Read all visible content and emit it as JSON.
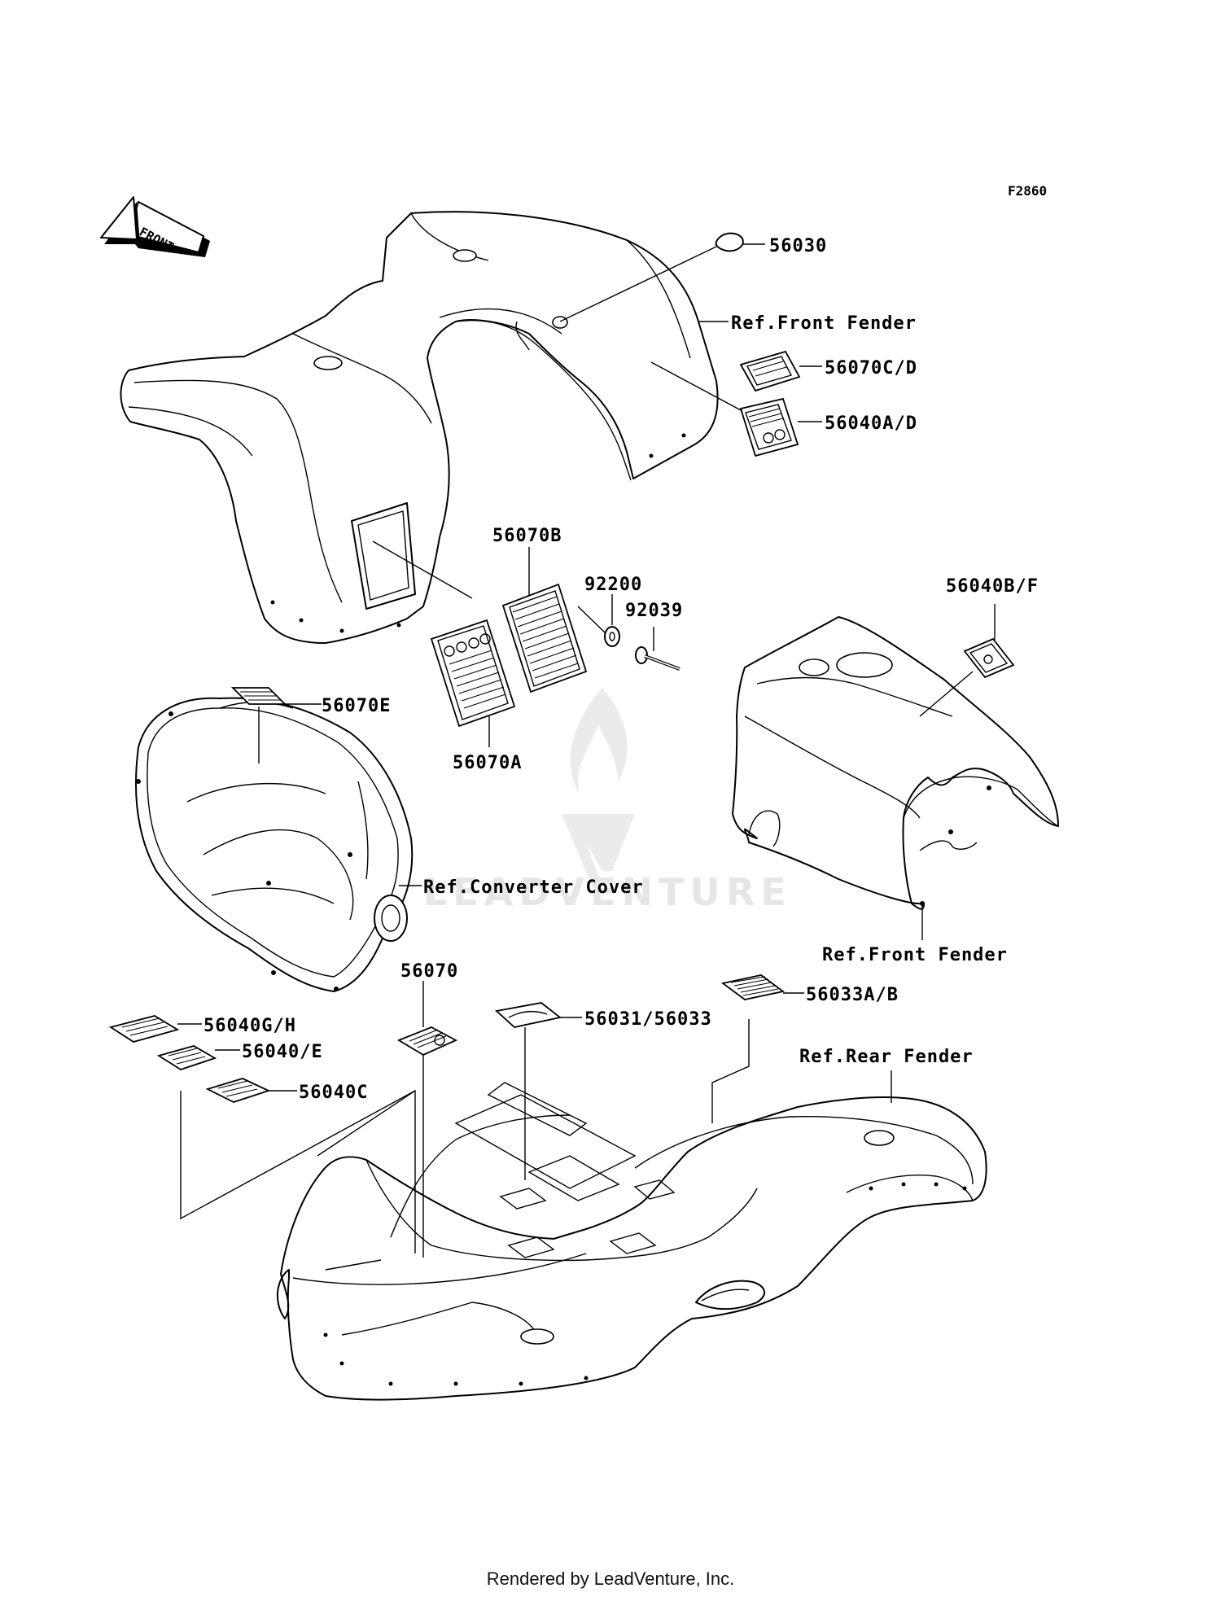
{
  "figure_code": "F2860",
  "front_marker": "FRONT",
  "watermark": "LEADVENTURE",
  "footer": "Rendered by LeadVenture, Inc.",
  "callouts": {
    "c56030": "56030",
    "ref_front_fender_top": "Ref.Front Fender",
    "c56070cd": "56070C/D",
    "c56040ad": "56040A/D",
    "c56070b": "56070B",
    "c92200": "92200",
    "c92039": "92039",
    "c56040bf": "56040B/F",
    "c56070e": "56070E",
    "c56070a": "56070A",
    "ref_converter_cover": "Ref.Converter Cover",
    "ref_front_fender_mid": "Ref.Front Fender",
    "c56070": "56070",
    "c56031_56033": "56031/56033",
    "c56033ab": "56033A/B",
    "c56040gh": "56040G/H",
    "c56040e": "56040/E",
    "c56040c": "56040C",
    "ref_rear_fender": "Ref.Rear Fender"
  }
}
